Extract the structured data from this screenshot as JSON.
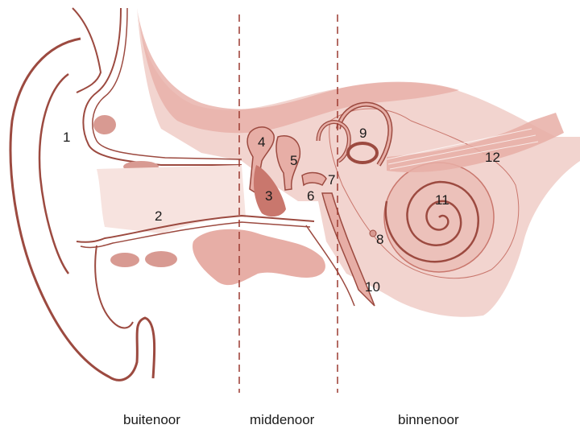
{
  "colors": {
    "bone": "#f2d4cf",
    "tissue": "#e7aea6",
    "tissue_dark": "#c9776d",
    "outline": "#9c4a40",
    "cartilage": "#d89a92",
    "divider": "#9c3a30"
  },
  "labels": [
    "1",
    "2",
    "3",
    "4",
    "5",
    "6",
    "7",
    "8",
    "9",
    "10",
    "11",
    "12"
  ],
  "regions": {
    "outer": "buitenoor",
    "middle": "middenoor",
    "inner": "binnenoor"
  }
}
